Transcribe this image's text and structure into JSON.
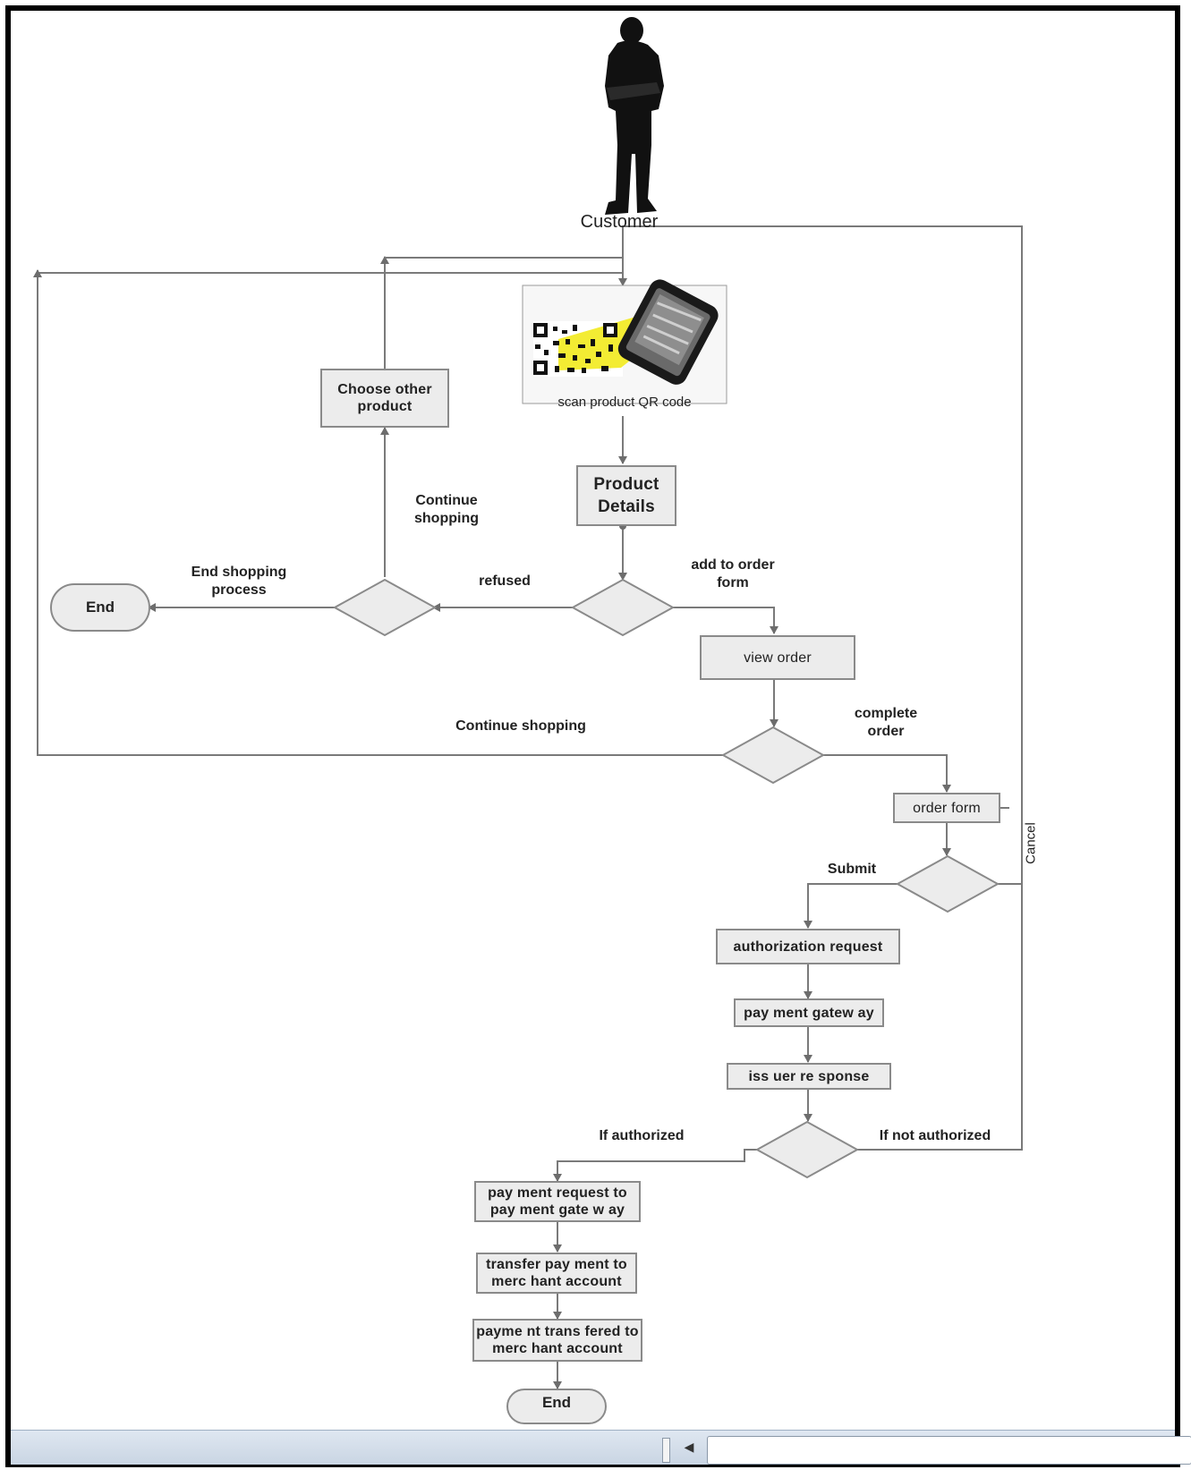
{
  "diagram": {
    "actor_label": "Customer",
    "nodes": {
      "scan": "scan product QR code",
      "product_details": "Product Details",
      "choose_other": "Choose other product",
      "end_top": "End",
      "view_order": "view  order",
      "order_form": "order form",
      "authorization_request": "authorization request",
      "payment_gateway": "pay ment gatew ay",
      "issuer_response": "iss uer re sponse",
      "payment_request": "pay ment request to pay ment gate w ay",
      "transfer_payment": "transfer pay ment to merc hant account",
      "payment_transfered": "payme nt trans fered to merc hant account",
      "end_bottom": "End"
    },
    "edge_labels": {
      "continue_shopping_up": "Continue shopping",
      "end_shopping": "End shopping process",
      "refused": "refused",
      "add_to_order": "add to order form",
      "continue_shopping_loop": "Continue shopping",
      "complete_order": "complete order",
      "submit": "Submit",
      "cancel": "Cancel",
      "if_authorized": "If authorized",
      "if_not_authorized": "If not authorized"
    }
  },
  "colors": {
    "box_fill": "#ececec",
    "box_border": "#8a8a8a",
    "line": "#7a7a7a",
    "qr_highlight": "#f2ea1d"
  },
  "icons": [
    "customer-silhouette-icon",
    "qr-code-icon",
    "smartphone-icon"
  ]
}
